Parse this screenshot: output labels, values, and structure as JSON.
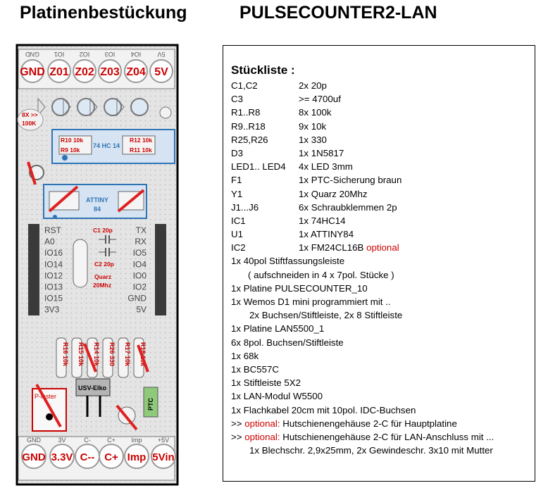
{
  "title_left": "Platinenbestückung",
  "title_right": "PULSECOUNTER2-LAN",
  "colors": {
    "label_red": "#cc0000",
    "ic_blue": "#2e74b5",
    "board_gray": "#dcdcdc",
    "terminal_green": "#8fc97a"
  },
  "pcb": {
    "top_pins": [
      "GND",
      "IO1",
      "IO2",
      "IO3",
      "IO4",
      "5V"
    ],
    "top_terminals": [
      "GND",
      "Z01",
      "Z02",
      "Z03",
      "Z04",
      "5V"
    ],
    "bottom_terminals": [
      "GND",
      "3.3V",
      "C--",
      "C+",
      "Imp",
      "5Vin"
    ],
    "bottom_pins": [
      "GND",
      "3V",
      "C-",
      "C+",
      "Imp",
      "+5V"
    ],
    "res_note_top": "8X >>",
    "res_note_bottom": "100K",
    "ic1_label": "74 HC 14",
    "r10": "R10 10k",
    "r9": "R9  10k",
    "r12": "R12 10k",
    "r11": "R11 10k",
    "ic2_label_1": "ATTINY",
    "ic2_label_2": "84",
    "wemos_left": [
      "RST",
      "A0",
      "IO16",
      "IO14",
      "IO12",
      "IO13",
      "IO15",
      "3V3"
    ],
    "wemos_right": [
      "TX",
      "RX",
      "IO5",
      "IO4",
      "IO0",
      "IO2",
      "GND",
      "5V"
    ],
    "c1": "C1 20p",
    "c2": "C2 20p",
    "quarz_1": "Quarz",
    "quarz_2": "20Mhz",
    "bottom_res": [
      "R16 10k",
      "R15 10k",
      "R14 10k",
      "R26 330",
      "R17 10k",
      "R18 10k"
    ],
    "usv": "USV-Elko",
    "ptc": "PTC",
    "piezo": "P-laster",
    "gnd_label": "GND"
  },
  "bom": {
    "title": "Stückliste :",
    "rows": [
      {
        "ref": "C1,C2",
        "desc": "2x 20p"
      },
      {
        "ref": "C3",
        "desc": ">=  4700uf"
      },
      {
        "ref": "R1..R8",
        "desc": "8x 100k"
      },
      {
        "ref": "R9..R18",
        "desc": "9x 10k"
      },
      {
        "ref": "R25,R26",
        "desc": "1x 330"
      },
      {
        "ref": "D3",
        "desc": "1x 1N5817"
      },
      {
        "ref": "LED1.. LED4",
        "desc": "4x LED 3mm"
      },
      {
        "ref": "F1",
        "desc": "1x  PTC-Sicherung braun"
      },
      {
        "ref": "Y1",
        "desc": "1x Quarz 20Mhz"
      },
      {
        "ref": "J1...J6",
        "desc": "6x Schraubklemmen  2p"
      },
      {
        "ref": "IC1",
        "desc": "1x 74HC14"
      },
      {
        "ref": "U1",
        "desc": "1x ATTINY84"
      },
      {
        "ref": "IC2",
        "desc": "1x FM24CL16B",
        "opt": "optional"
      }
    ],
    "lines": [
      "1x  40pol Stiftfassungsleiste",
      "( aufschneiden  in  4 x  7pol. Stücke )",
      "1x  Platine  PULSECOUNTER_10",
      "1x  Wemos D1 mini programmiert mit ..",
      "2x Buchsen/Stiftleiste,  2x 8 Stiftleiste",
      "1x  Platine LAN5500_1",
      "6x  8pol.  Buchsen/Stiftleiste",
      "1x  68k",
      "1x  BC557C",
      "1x  Stiftleiste 5X2",
      "1x  LAN-Modul  W5500",
      "1x  Flachkabel 20cm mit 10pol. IDC-Buchsen"
    ],
    "opt_lines": [
      {
        "prefix": ">>",
        "opt": "optional:",
        "text": "Hutschienengehäuse 2-C für Hauptplatine"
      },
      {
        "prefix": ">>",
        "opt": "optional:",
        "text": "Hutschienengehäuse 2-C  für LAN-Anschluss mit  ..."
      }
    ],
    "last_line": "1x Blechschr. 2,9x25mm,  2x Gewindeschr. 3x10 mit Mutter"
  }
}
